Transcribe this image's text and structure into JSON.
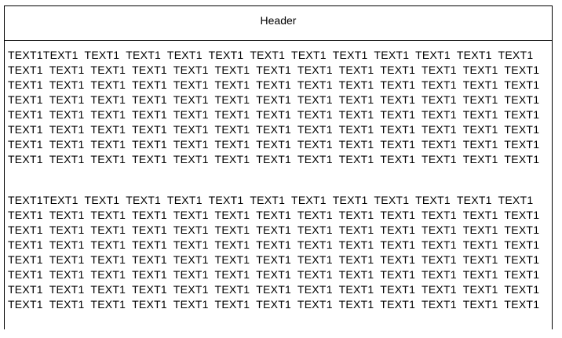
{
  "header": {
    "title": "Header"
  },
  "body": {
    "paragraphs": [
      {
        "text": "TEXT1TEXT1 TEXT1 TEXT1 TEXT1 TEXT1 TEXT1 TEXT1 TEXT1 TEXT1 TEXT1 TEXT1 TEXT1 TEXT1 TEXT1 TEXT1 TEXT1 TEXT1 TEXT1 TEXT1 TEXT1 TEXT1 TEXT1 TEXT1 TEXT1 TEXT1 TEXT1 TEXT1 TEXT1 TEXT1 TEXT1 TEXT1 TEXT1 TEXT1 TEXT1 TEXT1 TEXT1 TEXT1 TEXT1 TEXT1 TEXT1 TEXT1 TEXT1 TEXT1 TEXT1 TEXT1 TEXT1 TEXT1 TEXT1 TEXT1 TEXT1 TEXT1 TEXT1 TEXT1 TEXT1 TEXT1 TEXT1 TEXT1 TEXT1 TEXT1 TEXT1 TEXT1 TEXT1 TEXT1 TEXT1 TEXT1 TEXT1 TEXT1 TEXT1 TEXT1 TEXT1 TEXT1 TEXT1 TEXT1 TEXT1 TEXT1 TEXT1 TEXT1 TEXT1 TEXT1 TEXT1 TEXT1 TEXT1 TEXT1 TEXT1 TEXT1 TEXT1 TEXT1 TEXT1 TEXT1 TEXT1 TEXT1 TEXT1 TEXT1 TEXT1 TEXT1 TEXT1 TEXT1 TEXT1 TEXT1 TEXT1 TEXT1 TEXT1 TEXT1"
      },
      {
        "text": "TEXT1TEXT1 TEXT1 TEXT1 TEXT1 TEXT1 TEXT1 TEXT1 TEXT1 TEXT1 TEXT1 TEXT1 TEXT1 TEXT1 TEXT1 TEXT1 TEXT1 TEXT1 TEXT1 TEXT1 TEXT1 TEXT1 TEXT1 TEXT1 TEXT1 TEXT1 TEXT1 TEXT1 TEXT1 TEXT1 TEXT1 TEXT1 TEXT1 TEXT1 TEXT1 TEXT1 TEXT1 TEXT1 TEXT1 TEXT1 TEXT1 TEXT1 TEXT1 TEXT1 TEXT1 TEXT1 TEXT1 TEXT1 TEXT1 TEXT1 TEXT1 TEXT1 TEXT1 TEXT1 TEXT1 TEXT1 TEXT1 TEXT1 TEXT1 TEXT1 TEXT1 TEXT1 TEXT1 TEXT1 TEXT1 TEXT1 TEXT1 TEXT1 TEXT1 TEXT1 TEXT1 TEXT1 TEXT1 TEXT1 TEXT1 TEXT1 TEXT1 TEXT1 TEXT1 TEXT1 TEXT1 TEXT1 TEXT1 TEXT1 TEXT1 TEXT1 TEXT1 TEXT1 TEXT1 TEXT1 TEXT1 TEXT1 TEXT1 TEXT1 TEXT1 TEXT1 TEXT1 TEXT1 TEXT1 TEXT1 TEXT1 TEXT1 TEXT1 TEXT1"
      }
    ]
  },
  "colors": {
    "border": "#000000",
    "background": "#ffffff",
    "text": "#000000"
  }
}
